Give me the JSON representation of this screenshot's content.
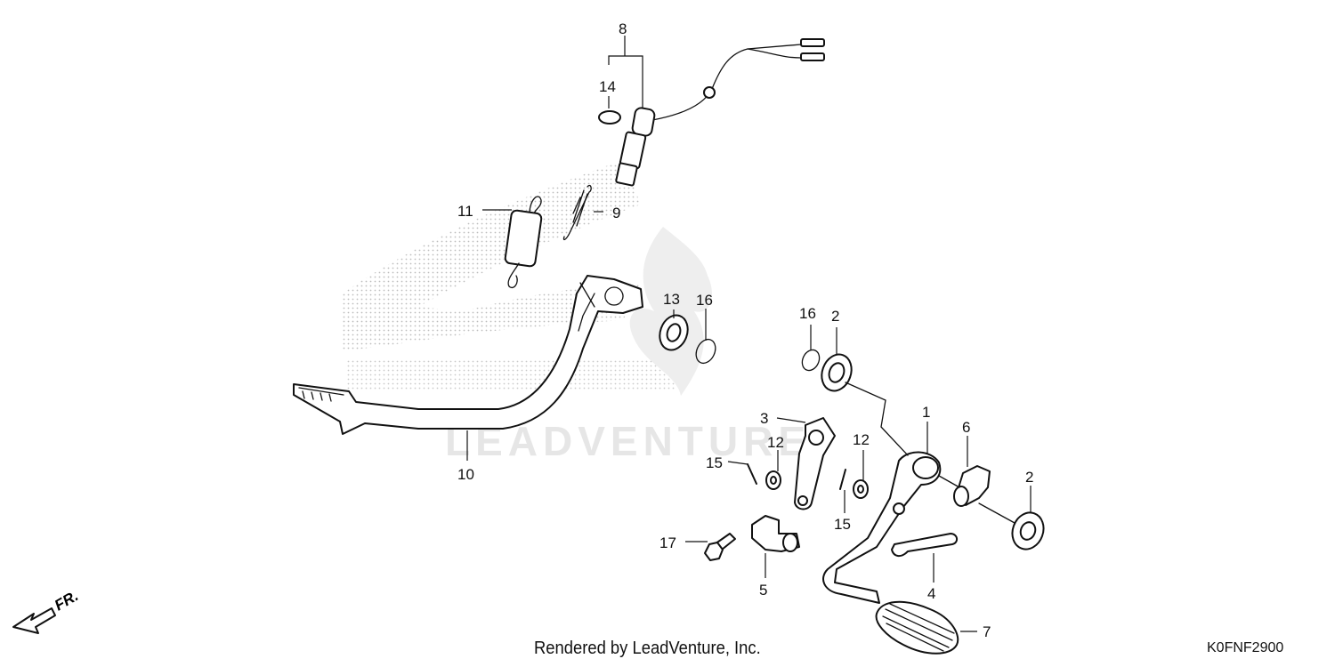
{
  "diagram": {
    "watermark_text": "LEADVENTURE",
    "footer": {
      "credit": "Rendered by LeadVenture, Inc.",
      "diagram_code": "K0FNF2900"
    },
    "direction_label": "FR.",
    "callouts": {
      "c1": "1",
      "c2a": "2",
      "c2b": "2",
      "c3": "3",
      "c4": "4",
      "c5": "5",
      "c6": "6",
      "c7": "7",
      "c8": "8",
      "c9": "9",
      "c10": "10",
      "c11": "11",
      "c12a": "12",
      "c12b": "12",
      "c13": "13",
      "c14": "14",
      "c15a": "15",
      "c15b": "15",
      "c16a": "16",
      "c16b": "16",
      "c17": "17"
    },
    "colors": {
      "line": "#111111",
      "stipple": "#c8c8c8",
      "watermark": "#e6e6e6"
    }
  }
}
